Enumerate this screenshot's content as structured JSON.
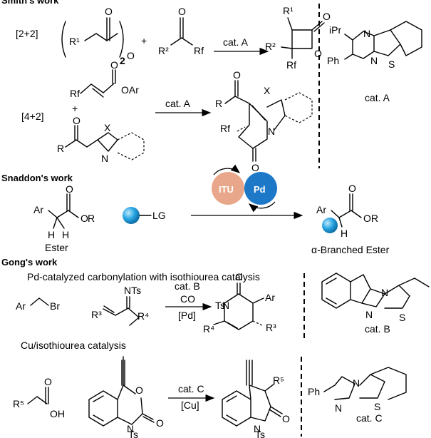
{
  "header_partial": "Smith's work",
  "top": {
    "r22_label": "[2+2]",
    "r42_label": "[4+2]",
    "cat_a_arrow_1": "cat. A",
    "cat_a_arrow_2": "cat. A",
    "cat_a_label": "cat. A",
    "subscript_2": "2",
    "atoms": {
      "R1": "R¹",
      "R2": "R²",
      "Rf": "Rf",
      "O": "O",
      "Ar": "Ar",
      "X": "X",
      "N": "N",
      "R": "R",
      "iPr": "iPr",
      "Ph": "Ph",
      "S": "S",
      "OAr": "OAr",
      "plus": "+"
    }
  },
  "snaddon": {
    "title": "Snaddon's work",
    "ester_label": "Ester",
    "product_label": "α-Branched Ester",
    "lg": "LG",
    "itu": "ITU",
    "pd": "Pd",
    "colors": {
      "itu": "#e8a78a",
      "pd": "#1e78c8",
      "sphere": "#29a6e3"
    }
  },
  "gong": {
    "title": "Gong's work",
    "sub1": "Pd-catalyzed carbonylation with isothiourea catalysis",
    "sub2": "Cu/isothiourea catalysis",
    "arrow1_top": "cat. B",
    "arrow1_mid": "CO",
    "arrow1_bot": "[Pd]",
    "arrow2_top": "cat. C",
    "arrow2_bot": "[Cu]",
    "cat_b": "cat. B",
    "cat_c": "cat. C",
    "atoms": {
      "Ar": "Ar",
      "Br": "Br",
      "NTs": "NTs",
      "Ts": "Ts",
      "R3": "R³",
      "R4": "R⁴",
      "R5": "R⁵",
      "OH": "OH",
      "O": "O",
      "N": "N",
      "S": "S",
      "Ph": "Ph"
    }
  }
}
